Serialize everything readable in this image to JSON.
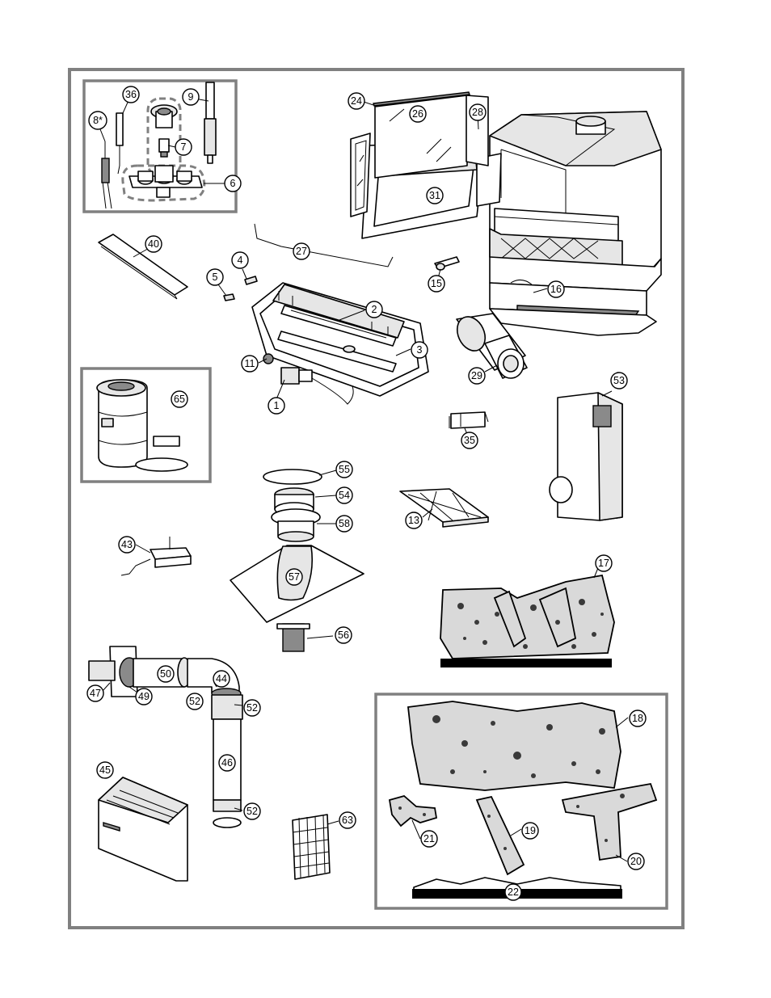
{
  "colors": {
    "line": "#000000",
    "frame": "#808080",
    "subframe": "#808080",
    "background": "#ffffff"
  },
  "callouts": [
    {
      "id": "c1",
      "label": "1"
    },
    {
      "id": "c2",
      "label": "2"
    },
    {
      "id": "c3",
      "label": "3"
    },
    {
      "id": "c4",
      "label": "4"
    },
    {
      "id": "c5",
      "label": "5"
    },
    {
      "id": "c6",
      "label": "6"
    },
    {
      "id": "c7",
      "label": "7"
    },
    {
      "id": "c8",
      "label": "8*"
    },
    {
      "id": "c9",
      "label": "9"
    },
    {
      "id": "c11",
      "label": "11"
    },
    {
      "id": "c13",
      "label": "13"
    },
    {
      "id": "c15",
      "label": "15"
    },
    {
      "id": "c16",
      "label": "16"
    },
    {
      "id": "c17",
      "label": "17"
    },
    {
      "id": "c18",
      "label": "18"
    },
    {
      "id": "c19",
      "label": "19"
    },
    {
      "id": "c20",
      "label": "20"
    },
    {
      "id": "c21",
      "label": "21"
    },
    {
      "id": "c22",
      "label": "22"
    },
    {
      "id": "c24",
      "label": "24"
    },
    {
      "id": "c26",
      "label": "26"
    },
    {
      "id": "c27",
      "label": "27"
    },
    {
      "id": "c28",
      "label": "28"
    },
    {
      "id": "c29",
      "label": "29"
    },
    {
      "id": "c31",
      "label": "31"
    },
    {
      "id": "c35",
      "label": "35"
    },
    {
      "id": "c36",
      "label": "36"
    },
    {
      "id": "c40",
      "label": "40"
    },
    {
      "id": "c43",
      "label": "43"
    },
    {
      "id": "c44",
      "label": "44"
    },
    {
      "id": "c45",
      "label": "45"
    },
    {
      "id": "c46",
      "label": "46"
    },
    {
      "id": "c47",
      "label": "47"
    },
    {
      "id": "c49",
      "label": "49"
    },
    {
      "id": "c50",
      "label": "50"
    },
    {
      "id": "c52a",
      "label": "52"
    },
    {
      "id": "c52b",
      "label": "52"
    },
    {
      "id": "c52c",
      "label": "52"
    },
    {
      "id": "c53",
      "label": "53"
    },
    {
      "id": "c54",
      "label": "54"
    },
    {
      "id": "c55",
      "label": "55"
    },
    {
      "id": "c56",
      "label": "56"
    },
    {
      "id": "c57",
      "label": "57"
    },
    {
      "id": "c58",
      "label": "58"
    },
    {
      "id": "c63",
      "label": "63"
    },
    {
      "id": "c65",
      "label": "65"
    }
  ]
}
